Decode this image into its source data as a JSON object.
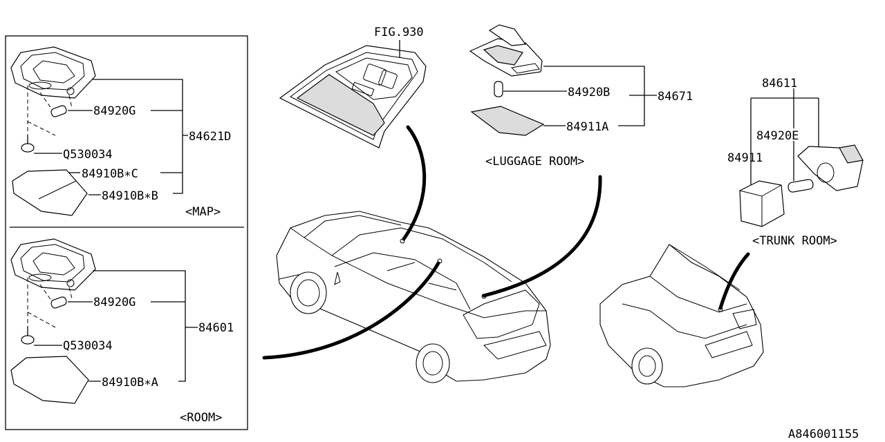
{
  "fig_ref": "FIG.930",
  "map": {
    "bulb": "84920G",
    "screw": "Q530034",
    "assembly": "84621D",
    "lens1": "84910B∗C",
    "lens2": "84910B∗B",
    "caption": "<MAP>"
  },
  "room": {
    "bulb": "84920G",
    "screw": "Q530034",
    "assembly": "84601",
    "lens": "84910B∗A",
    "caption": "<ROOM>"
  },
  "luggage": {
    "bulb": "84920B",
    "assembly": "84671",
    "lens": "84911A",
    "caption": "<LUGGAGE ROOM>"
  },
  "trunk": {
    "assembly": "84611",
    "bulb": "84920E",
    "lens": "84911",
    "caption": "<TRUNK ROOM>"
  },
  "diagram_id": "A846001155"
}
